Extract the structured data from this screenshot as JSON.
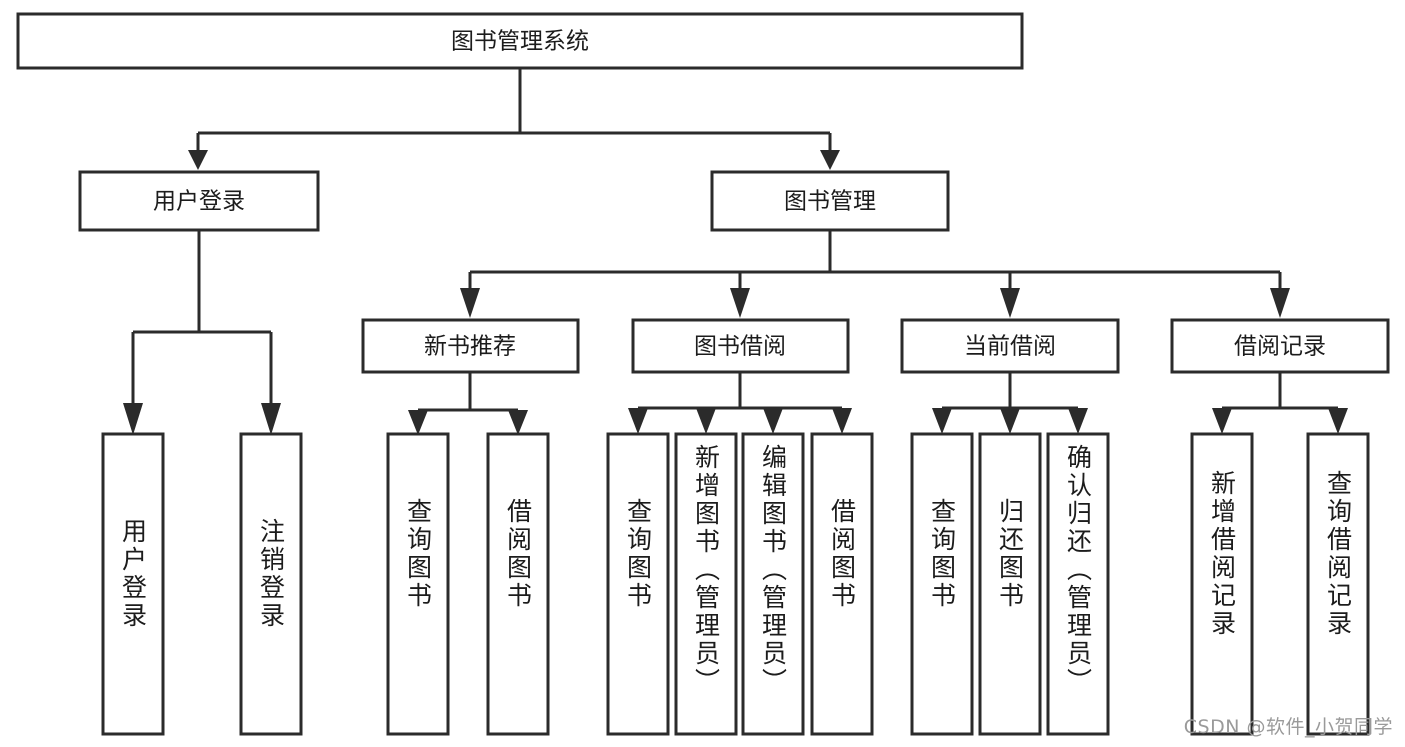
{
  "diagram": {
    "type": "tree-hierarchy-chart",
    "title": "图书管理系统",
    "background_color": "#ffffff",
    "line_color": "#2b2b2b",
    "box_fill": "#ffffff",
    "text_color": "#1c1c1c",
    "root": {
      "label": "图书管理系统"
    },
    "level2": [
      {
        "label": "用户登录"
      },
      {
        "label": "图书管理"
      }
    ],
    "level3": [
      {
        "label": "新书推荐"
      },
      {
        "label": "图书借阅"
      },
      {
        "label": "当前借阅"
      },
      {
        "label": "借阅记录"
      }
    ],
    "leaves": {
      "user_login": [
        {
          "label": "用户登录"
        },
        {
          "label": "注销登录"
        }
      ],
      "new_book_recommend": [
        {
          "label": "查询图书"
        },
        {
          "label": "借阅图书"
        }
      ],
      "book_borrow": [
        {
          "label": "查询图书"
        },
        {
          "label": "新增图书（管理员）"
        },
        {
          "label": "编辑图书（管理员）"
        },
        {
          "label": "借阅图书"
        }
      ],
      "current_borrow": [
        {
          "label": "查询图书"
        },
        {
          "label": "归还图书"
        },
        {
          "label": "确认归还（管理员）"
        }
      ],
      "borrow_record": [
        {
          "label": "新增借阅记录"
        },
        {
          "label": "查询借阅记录"
        }
      ]
    }
  },
  "watermark": {
    "text": "CSDN @软件_小贺同学"
  }
}
